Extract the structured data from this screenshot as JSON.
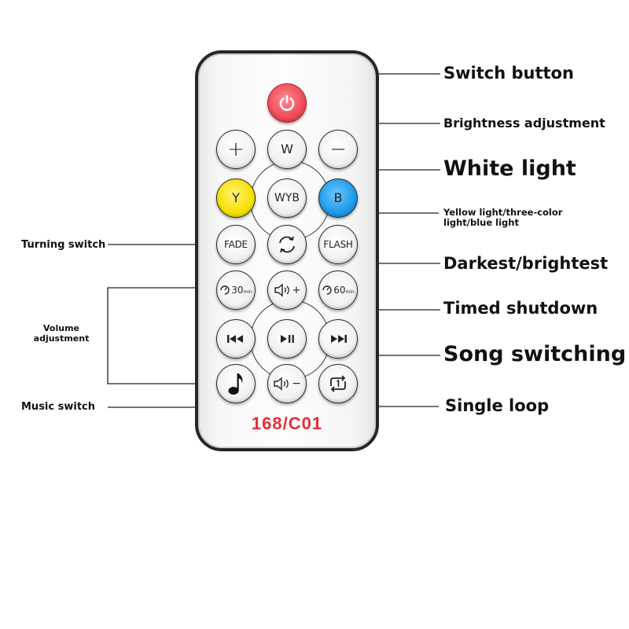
{
  "remote": {
    "model_number": "168/C01",
    "buttons": {
      "plus": "+",
      "white": "W",
      "minus": "−",
      "yellow": "Y",
      "wyb": "WYB",
      "blue": "B",
      "fade": "FADE",
      "flash": "FLASH",
      "timer_30": "30",
      "timer_60": "60",
      "timer_unit": "min",
      "vol_plus": "+",
      "vol_minus": "−"
    },
    "icons": [
      "power-icon",
      "rotate-icon",
      "timer-icon",
      "speaker-icon",
      "previous-icon",
      "play-pause-icon",
      "next-icon",
      "music-note-icon",
      "single-loop-icon"
    ],
    "colors": {
      "power": "#ef4b56",
      "yellow": "#f6e000",
      "blue": "#1e9ae8",
      "model_text": "#e0303a"
    }
  },
  "labels": {
    "switch_button": "Switch button",
    "brightness_adjustment": "Brightness adjustment",
    "white_light": "White light",
    "ywb_line1": "Yellow light/three-color",
    "ywb_line2": "light/blue light",
    "turning_switch": "Turning switch",
    "darkest_brightest": "Darkest/brightest",
    "volume_line1": "Volume",
    "volume_line2": "adjustment",
    "timed_shutdown": "Timed shutdown",
    "song_switching": "Song switching",
    "music_switch": "Music switch",
    "single_loop": "Single loop"
  }
}
